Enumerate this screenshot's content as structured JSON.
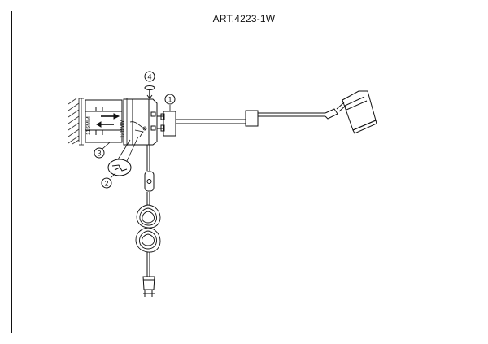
{
  "title": "ART.4223-1W",
  "callouts": [
    "1",
    "2",
    "3",
    "4"
  ],
  "dimensions": {
    "height_label": "115MM",
    "depth_label": "120MM"
  },
  "colors": {
    "line": "#111111",
    "hatch": "#333333",
    "background": "#ffffff"
  }
}
